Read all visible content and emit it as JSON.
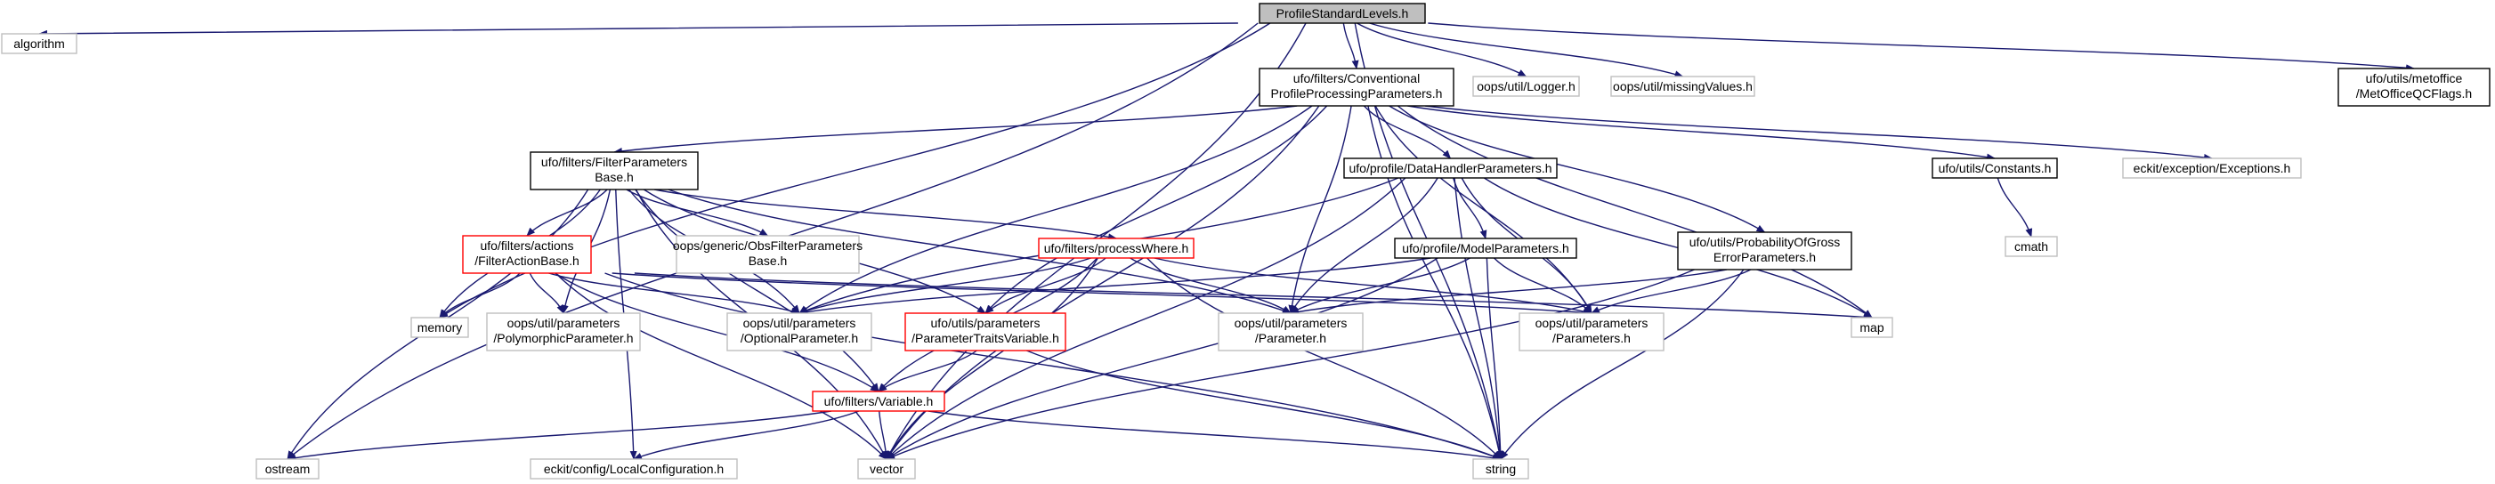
{
  "colors": {
    "edge": "#191970",
    "root_fill": "#bfbfbf",
    "root_border": "#000000",
    "documented_border": "#000000",
    "truncated_border": "#ff0000",
    "external_border": "#bfbfbf",
    "box_fill": "#ffffff",
    "text": "#000000"
  },
  "nodes": [
    {
      "id": "root",
      "kind": "root",
      "lines": [
        "ProfileStandardLevels.h"
      ]
    },
    {
      "id": "algorithm",
      "kind": "external",
      "lines": [
        "algorithm"
      ]
    },
    {
      "id": "cppp",
      "kind": "documented",
      "lines": [
        "ufo/filters/Conventional",
        "ProfileProcessingParameters.h"
      ]
    },
    {
      "id": "logger",
      "kind": "external",
      "lines": [
        "oops/util/Logger.h"
      ]
    },
    {
      "id": "missing",
      "kind": "external",
      "lines": [
        "oops/util/missingValues.h"
      ]
    },
    {
      "id": "metoffice",
      "kind": "documented",
      "lines": [
        "ufo/utils/metoffice",
        "/MetOfficeQCFlags.h"
      ]
    },
    {
      "id": "fpb",
      "kind": "documented",
      "lines": [
        "ufo/filters/FilterParameters",
        "Base.h"
      ]
    },
    {
      "id": "dhp",
      "kind": "documented",
      "lines": [
        "ufo/profile/DataHandlerParameters.h"
      ]
    },
    {
      "id": "constants",
      "kind": "documented",
      "lines": [
        "ufo/utils/Constants.h"
      ]
    },
    {
      "id": "eckitexc",
      "kind": "external",
      "lines": [
        "eckit/exception/Exceptions.h"
      ]
    },
    {
      "id": "cmath",
      "kind": "external",
      "lines": [
        "cmath"
      ]
    },
    {
      "id": "fab",
      "kind": "truncated",
      "lines": [
        "ufo/filters/actions",
        "/FilterActionBase.h"
      ]
    },
    {
      "id": "obsfp",
      "kind": "external",
      "lines": [
        "oops/generic/ObsFilterParameters",
        "Base.h"
      ]
    },
    {
      "id": "pw",
      "kind": "truncated",
      "lines": [
        "ufo/filters/processWhere.h"
      ]
    },
    {
      "id": "mp",
      "kind": "documented",
      "lines": [
        "ufo/profile/ModelParameters.h"
      ]
    },
    {
      "id": "pgep",
      "kind": "documented",
      "lines": [
        "ufo/utils/ProbabilityOfGross",
        "ErrorParameters.h"
      ]
    },
    {
      "id": "memory",
      "kind": "external",
      "lines": [
        "memory"
      ]
    },
    {
      "id": "polyp",
      "kind": "external",
      "lines": [
        "oops/util/parameters",
        "/PolymorphicParameter.h"
      ]
    },
    {
      "id": "optp",
      "kind": "external",
      "lines": [
        "oops/util/parameters",
        "/OptionalParameter.h"
      ]
    },
    {
      "id": "ptv",
      "kind": "truncated",
      "lines": [
        "ufo/utils/parameters",
        "/ParameterTraitsVariable.h"
      ]
    },
    {
      "id": "param",
      "kind": "external",
      "lines": [
        "oops/util/parameters",
        "/Parameter.h"
      ]
    },
    {
      "id": "params",
      "kind": "external",
      "lines": [
        "oops/util/parameters",
        "/Parameters.h"
      ]
    },
    {
      "id": "map",
      "kind": "external",
      "lines": [
        "map"
      ]
    },
    {
      "id": "variable",
      "kind": "truncated",
      "lines": [
        "ufo/filters/Variable.h"
      ]
    },
    {
      "id": "ostream",
      "kind": "external",
      "lines": [
        "ostream"
      ]
    },
    {
      "id": "localconf",
      "kind": "external",
      "lines": [
        "eckit/config/LocalConfiguration.h"
      ]
    },
    {
      "id": "vector",
      "kind": "external",
      "lines": [
        "vector"
      ]
    },
    {
      "id": "string",
      "kind": "external",
      "lines": [
        "string"
      ]
    }
  ],
  "edges": [
    [
      "root",
      "algorithm"
    ],
    [
      "root",
      "cppp"
    ],
    [
      "root",
      "logger"
    ],
    [
      "root",
      "missing"
    ],
    [
      "root",
      "metoffice"
    ],
    [
      "root",
      "ostream"
    ],
    [
      "root",
      "vector"
    ],
    [
      "root",
      "string"
    ],
    [
      "root",
      "memory"
    ],
    [
      "cppp",
      "fpb"
    ],
    [
      "cppp",
      "dhp"
    ],
    [
      "cppp",
      "constants"
    ],
    [
      "cppp",
      "eckitexc"
    ],
    [
      "cppp",
      "pgep"
    ],
    [
      "cppp",
      "map"
    ],
    [
      "cppp",
      "string"
    ],
    [
      "cppp",
      "optp"
    ],
    [
      "cppp",
      "param"
    ],
    [
      "cppp",
      "params"
    ],
    [
      "cppp",
      "ptv"
    ],
    [
      "cppp",
      "vector"
    ],
    [
      "constants",
      "cmath"
    ],
    [
      "fpb",
      "fab"
    ],
    [
      "fpb",
      "obsfp"
    ],
    [
      "fpb",
      "pw"
    ],
    [
      "fpb",
      "memory"
    ],
    [
      "fpb",
      "polyp"
    ],
    [
      "fpb",
      "optp"
    ],
    [
      "fpb",
      "ptv"
    ],
    [
      "fpb",
      "param"
    ],
    [
      "fpb",
      "variable"
    ],
    [
      "fpb",
      "vector"
    ],
    [
      "fpb",
      "localconf"
    ],
    [
      "fpb",
      "ostream"
    ],
    [
      "fab",
      "memory"
    ],
    [
      "fab",
      "polyp"
    ],
    [
      "fab",
      "optp"
    ],
    [
      "fab",
      "params"
    ],
    [
      "fab",
      "map"
    ],
    [
      "fab",
      "string"
    ],
    [
      "fab",
      "vector"
    ],
    [
      "fab",
      "variable"
    ],
    [
      "pw",
      "optp"
    ],
    [
      "pw",
      "ptv"
    ],
    [
      "pw",
      "param"
    ],
    [
      "pw",
      "params"
    ],
    [
      "pw",
      "variable"
    ],
    [
      "pw",
      "vector"
    ],
    [
      "pw",
      "string"
    ],
    [
      "dhp",
      "mp"
    ],
    [
      "dhp",
      "optp"
    ],
    [
      "dhp",
      "param"
    ],
    [
      "dhp",
      "params"
    ],
    [
      "dhp",
      "map"
    ],
    [
      "dhp",
      "string"
    ],
    [
      "dhp",
      "vector"
    ],
    [
      "mp",
      "optp"
    ],
    [
      "mp",
      "param"
    ],
    [
      "mp",
      "params"
    ],
    [
      "mp",
      "string"
    ],
    [
      "mp",
      "vector"
    ],
    [
      "pgep",
      "param"
    ],
    [
      "pgep",
      "params"
    ],
    [
      "pgep",
      "string"
    ],
    [
      "pgep",
      "vector"
    ],
    [
      "ptv",
      "variable"
    ],
    [
      "ptv",
      "string"
    ],
    [
      "variable",
      "ostream"
    ],
    [
      "variable",
      "localconf"
    ],
    [
      "variable",
      "vector"
    ],
    [
      "variable",
      "string"
    ]
  ]
}
